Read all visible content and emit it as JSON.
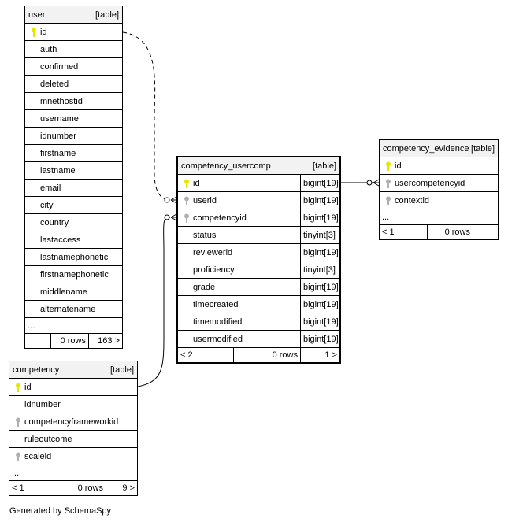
{
  "tables": {
    "user": {
      "name": "user",
      "kind": "[table]",
      "columns": [
        "id",
        "auth",
        "confirmed",
        "deleted",
        "mnethostid",
        "username",
        "idnumber",
        "firstname",
        "lastname",
        "email",
        "city",
        "country",
        "lastaccess",
        "lastnamephonetic",
        "firstnamephonetic",
        "middlename",
        "alternatename"
      ],
      "more": "...",
      "footer": {
        "left": "",
        "mid": "0 rows",
        "right": "163 >"
      }
    },
    "competency_usercomp": {
      "name": "competency_usercomp",
      "kind": "[table]",
      "columns": [
        {
          "name": "id",
          "type": "bigint[19]"
        },
        {
          "name": "userid",
          "type": "bigint[19]"
        },
        {
          "name": "competencyid",
          "type": "bigint[19]"
        },
        {
          "name": "status",
          "type": "tinyint[3]"
        },
        {
          "name": "reviewerid",
          "type": "bigint[19]"
        },
        {
          "name": "proficiency",
          "type": "tinyint[3]"
        },
        {
          "name": "grade",
          "type": "bigint[19]"
        },
        {
          "name": "timecreated",
          "type": "bigint[19]"
        },
        {
          "name": "timemodified",
          "type": "bigint[19]"
        },
        {
          "name": "usermodified",
          "type": "bigint[19]"
        }
      ],
      "footer": {
        "left": "< 2",
        "mid": "0 rows",
        "right": "1 >"
      }
    },
    "competency_evidence": {
      "name": "competency_evidence",
      "kind": "[table]",
      "columns": [
        "id",
        "usercompetencyid",
        "contextid"
      ],
      "more": "...",
      "footer": {
        "left": "< 1",
        "mid": "0 rows",
        "right": ""
      }
    },
    "competency": {
      "name": "competency",
      "kind": "[table]",
      "columns": [
        "id",
        "idnumber",
        "competencyframeworkid",
        "ruleoutcome",
        "scaleid"
      ],
      "more": "...",
      "footer": {
        "left": "< 1",
        "mid": "0 rows",
        "right": "9 >"
      }
    }
  },
  "credit": "Generated by SchemaSpy",
  "colors": {
    "primary_key": "#e6e600",
    "foreign_key": "#b0b0b0",
    "header_bg": "#f2f2f2"
  }
}
